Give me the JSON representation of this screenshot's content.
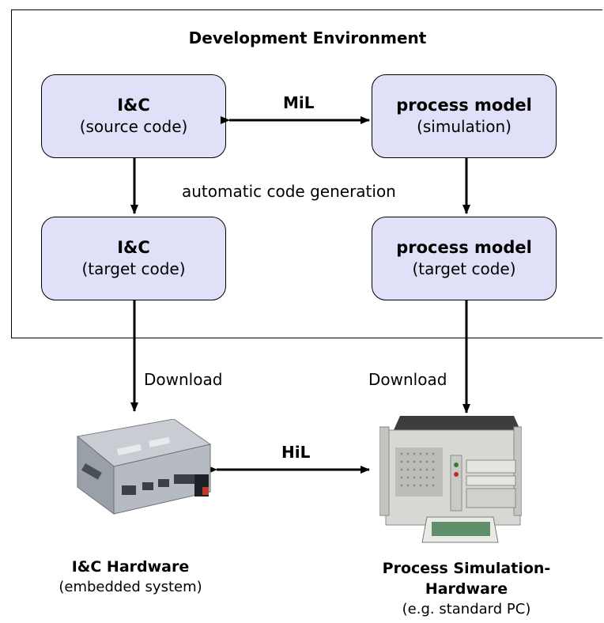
{
  "environment": {
    "title": "Development Environment"
  },
  "boxes": {
    "ic_source": {
      "title": "I&C",
      "subtitle": "(source code)"
    },
    "pm_sim": {
      "title": "process model",
      "subtitle": "(simulation)"
    },
    "ic_target": {
      "title": "I&C",
      "subtitle": "(target code)"
    },
    "pm_target": {
      "title": "process model",
      "subtitle": "(target code)"
    }
  },
  "labels": {
    "mil": "MiL",
    "codegen": "automatic code generation",
    "download_left": "Download",
    "download_right": "Download",
    "hil": "HiL"
  },
  "hardware": {
    "ic": {
      "title": "I&C Hardware",
      "subtitle": "(embedded system)"
    },
    "sim": {
      "title_line1": "Process Simulation-",
      "title_line2": "Hardware",
      "subtitle": "(e.g. standard PC)"
    }
  },
  "colors": {
    "box_fill": "#e0e0f8",
    "line": "#000000"
  }
}
